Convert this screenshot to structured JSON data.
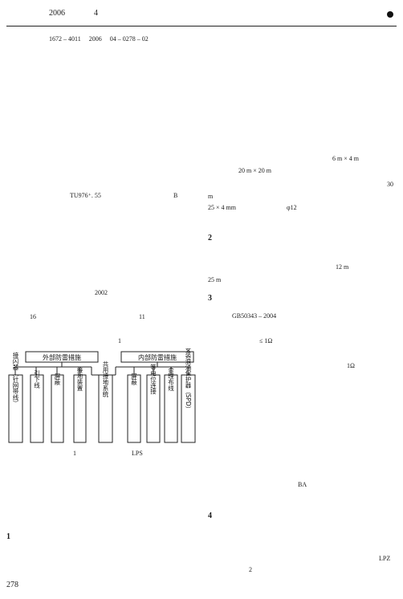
{
  "header": {
    "year": "2006",
    "issue": "4"
  },
  "article_code": "1672 – 4011　 2006　 04 – 0278 – 02",
  "classification": {
    "code": "TU976⁺. 55",
    "letter": "B"
  },
  "left_column": {
    "year_ref": "2002",
    "num_a": "16",
    "num_b": "11",
    "fig_ref": "1",
    "section_1": "1",
    "page_number": "278"
  },
  "diagram": {
    "external_label": "外部防雷措施",
    "internal_label": "内部防雷措施",
    "boxes": [
      "接闪器（针网带线）",
      "引下线",
      "屏蔽",
      "接地装置",
      "共用接地系统",
      "屏蔽",
      "等电位连接",
      "合理布线",
      "安装浪涌保护器（SPD）"
    ],
    "caption_num": "1",
    "caption_label": "LPS"
  },
  "right_column": {
    "grid_a": "6  m × 4  m",
    "grid_b": "20 m ×  20  m",
    "num_30": "30",
    "unit_m": "m",
    "flat_steel": "25 × 4  mm",
    "round_steel": "φ12",
    "section_2": "2",
    "len_12": "12  m",
    "len_25": "25  m",
    "section_3": "3",
    "standard": "GB50343 – 2004",
    "resist_a": "≤ 1Ω",
    "resist_b": "1Ω",
    "ba": "BA",
    "section_4": "4",
    "lpz": "LPZ",
    "zone_2": "2"
  }
}
